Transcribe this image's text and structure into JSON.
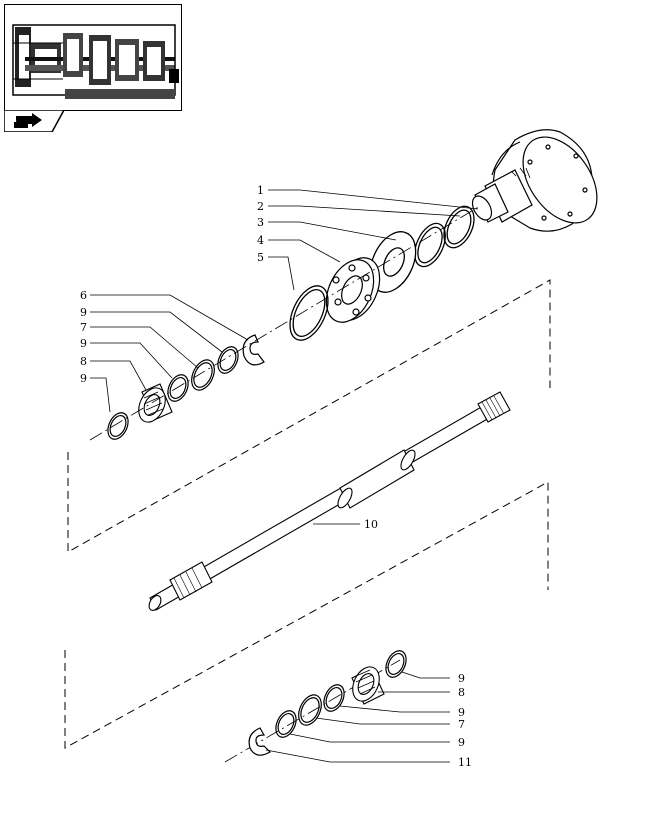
{
  "thumbnail": {
    "icon": "transmission-section-thumbnail"
  },
  "nav": {
    "icon": "next-page-arrow-icon"
  },
  "callouts_top": [
    {
      "label": "1"
    },
    {
      "label": "2"
    },
    {
      "label": "3"
    },
    {
      "label": "4"
    },
    {
      "label": "5"
    }
  ],
  "callouts_left": [
    {
      "label": "6"
    },
    {
      "label": "9"
    },
    {
      "label": "7"
    },
    {
      "label": "9"
    },
    {
      "label": "8"
    },
    {
      "label": "9"
    }
  ],
  "shaft_label": "10",
  "callouts_bottom": [
    {
      "label": "9"
    },
    {
      "label": "8"
    },
    {
      "label": "9"
    },
    {
      "label": "7"
    },
    {
      "label": "9"
    },
    {
      "label": "11"
    }
  ]
}
